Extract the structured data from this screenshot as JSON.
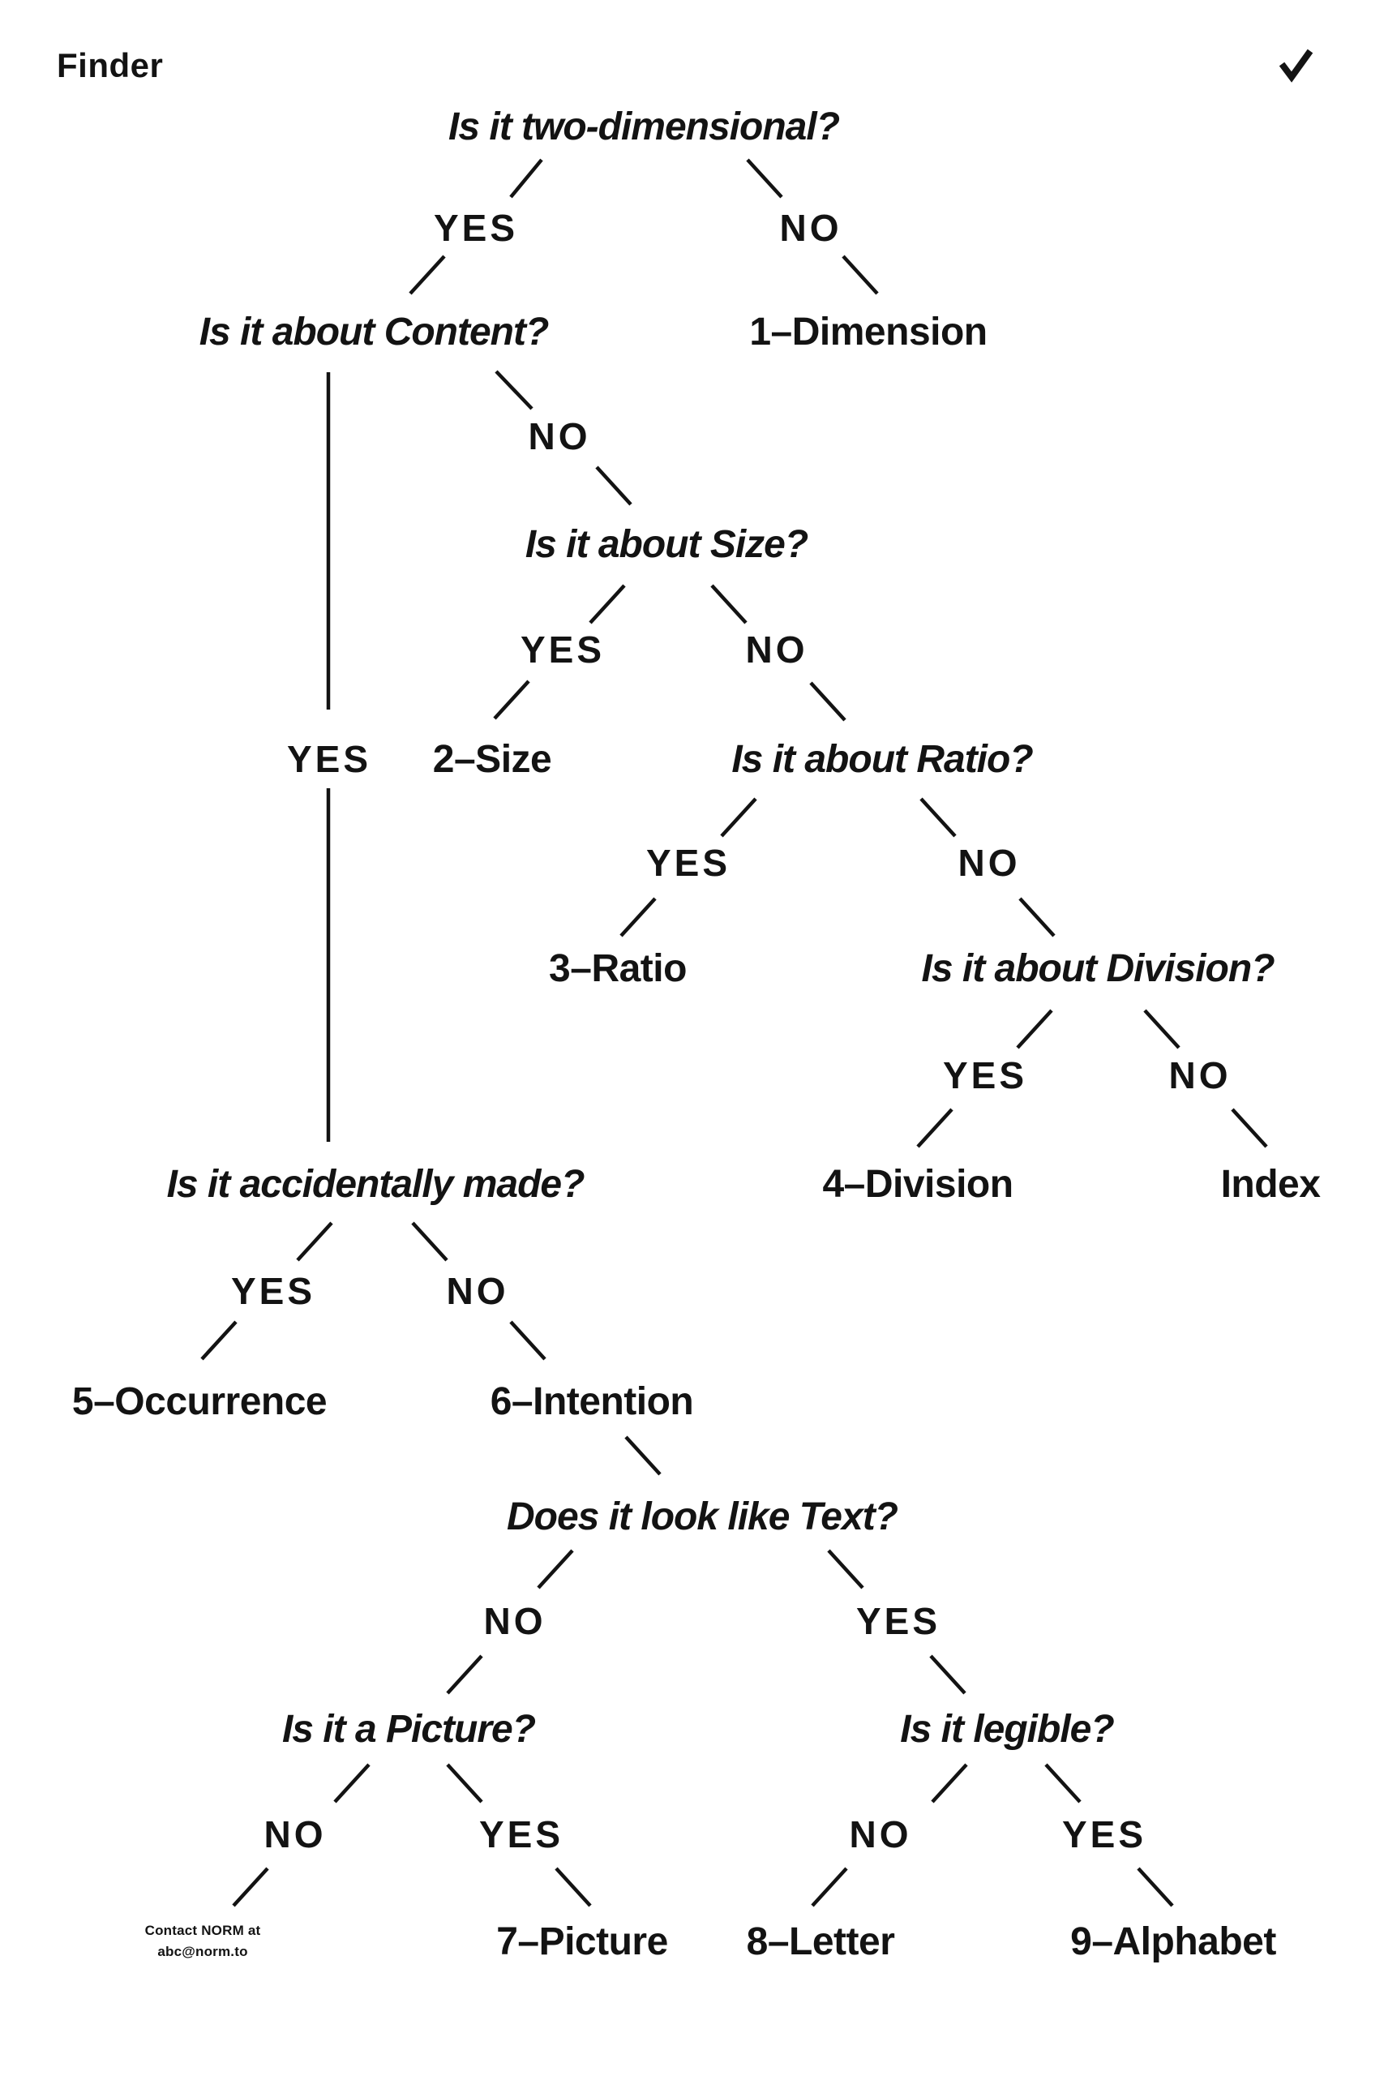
{
  "app": {
    "title": "Finder"
  },
  "icons": {
    "checkmark": "check"
  },
  "colors": {
    "ink": "#131313",
    "background": "#ffffff"
  },
  "answers": {
    "yes": "YES",
    "no": "NO"
  },
  "questions": {
    "two_dimensional": "Is it two-dimensional?",
    "content": "Is it about Content?",
    "size": "Is it about Size?",
    "ratio": "Is it about Ratio?",
    "division": "Is it about Division?",
    "accidentally_made": "Is it accidentally made?",
    "looks_like_text": "Does it look like Text?",
    "picture": "Is it a Picture?",
    "legible": "Is it legible?"
  },
  "results": {
    "dimension": "1–Dimension",
    "size": "2–Size",
    "ratio": "3–Ratio",
    "division": "4–Division",
    "index": "Index",
    "occurrence": "5–Occurrence",
    "intention": "6–Intention",
    "picture": "7–Picture",
    "letter": "8–Letter",
    "alphabet": "9–Alphabet"
  },
  "contact": {
    "line1": "Contact NORM at",
    "line2": "abc@norm.to"
  }
}
